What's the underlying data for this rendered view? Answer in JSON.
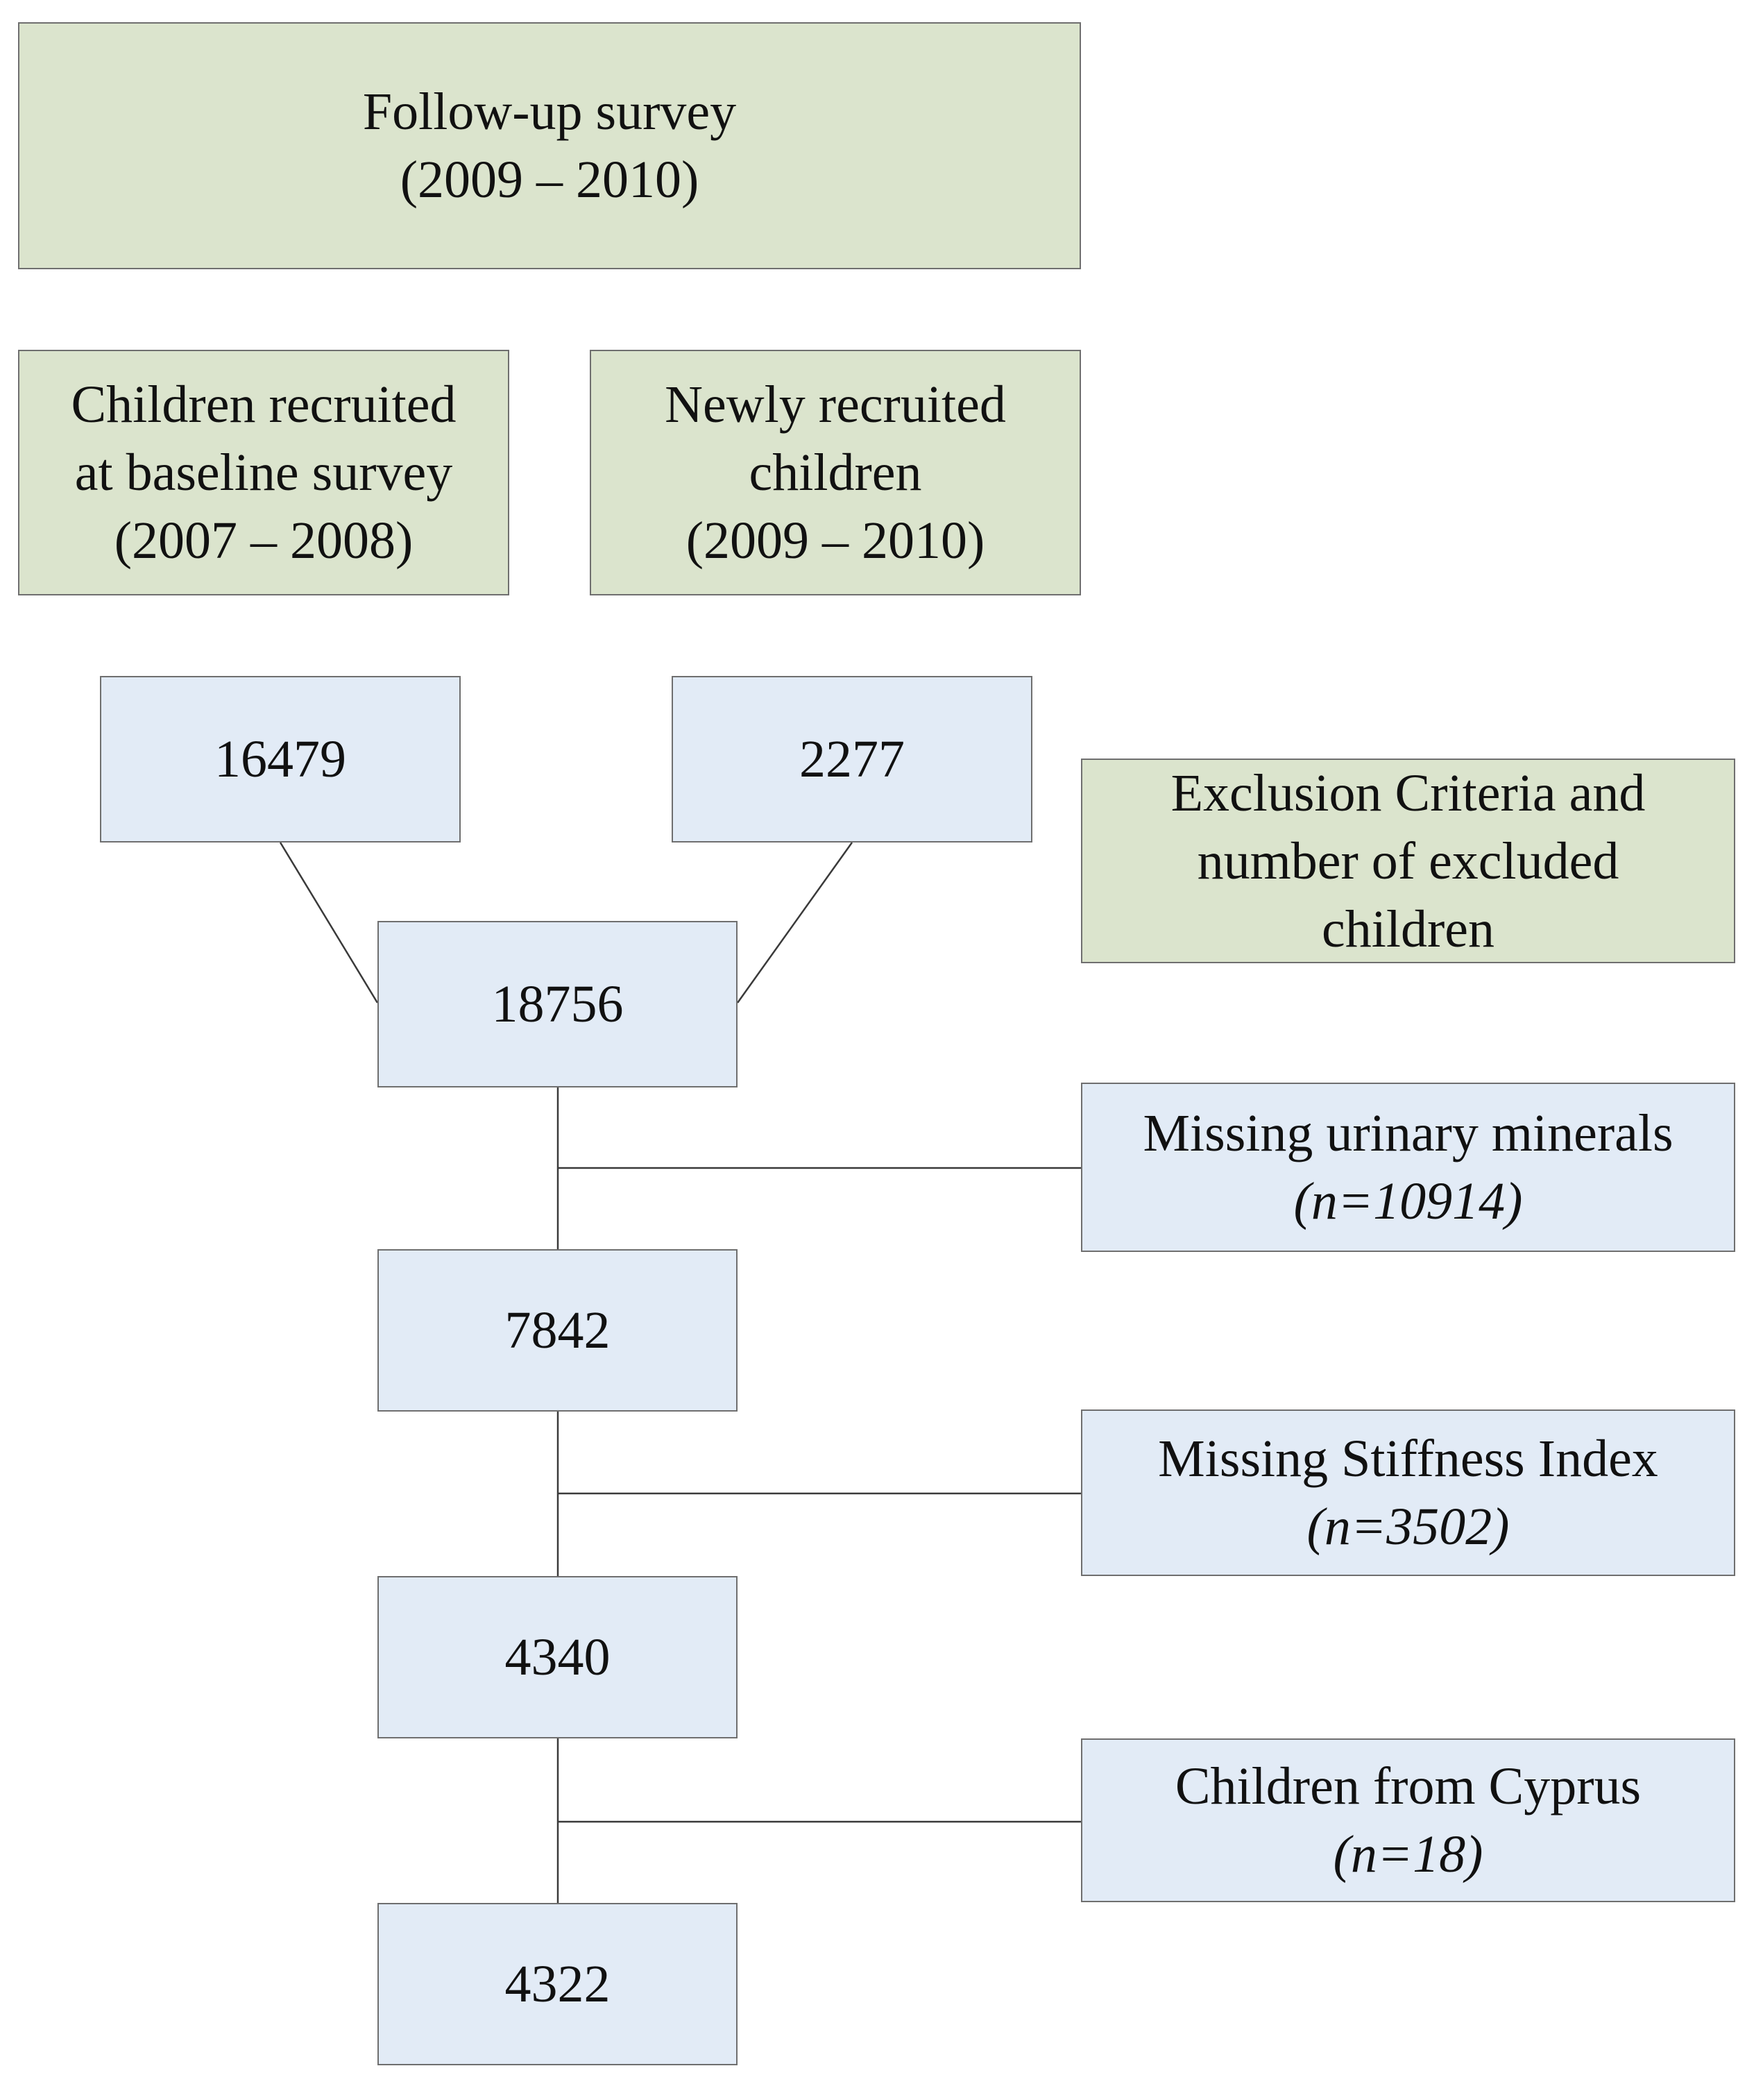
{
  "header": {
    "title_line1": "Follow-up survey",
    "title_line2": "(2009 – 2010)"
  },
  "source_groups": {
    "baseline": {
      "line1": "Children recruited",
      "line2": "at baseline survey",
      "line3": "(2007 – 2008)"
    },
    "new": {
      "line1": "Newly recruited",
      "line2": "children",
      "line3": "(2009 – 2010)"
    }
  },
  "counts": {
    "baseline": "16479",
    "new": "2277",
    "total": "18756",
    "after_minerals": "7842",
    "after_stiffness": "4340",
    "final": "4322"
  },
  "exclusions": {
    "header_line1": "Exclusion Criteria and",
    "header_line2": "number of excluded",
    "header_line3": "children",
    "items": [
      {
        "label": "Missing urinary minerals",
        "n": "(n=10914)"
      },
      {
        "label": "Missing Stiffness Index",
        "n": "(n=3502)"
      },
      {
        "label": "Children from Cyprus",
        "n": "(n=18)"
      }
    ]
  },
  "colors": {
    "header_fill": "#dbe4cd",
    "count_fill": "#e2ebf6",
    "border": "#6f6f6f",
    "connector": "#3a3a3a"
  }
}
